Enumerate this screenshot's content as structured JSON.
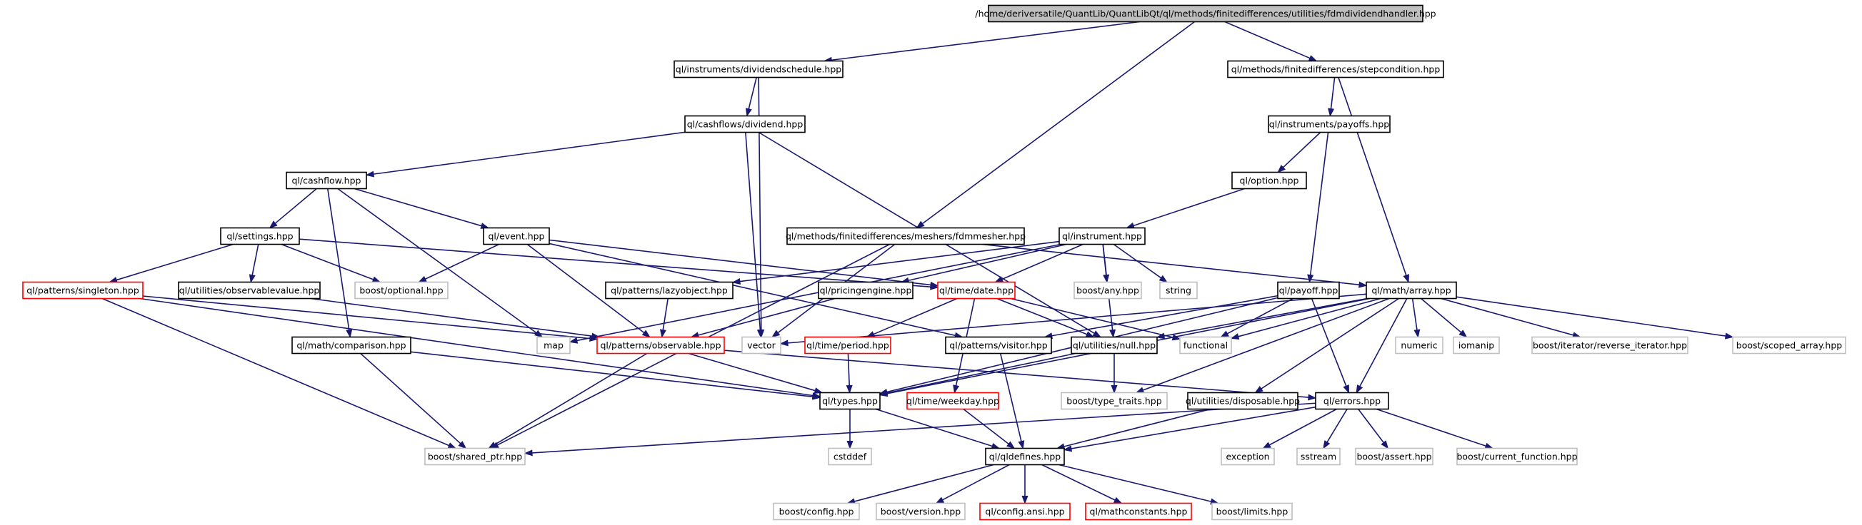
{
  "graph": {
    "root": "dividendhandler",
    "colors": {
      "edge": "#191970",
      "root_fill": "#bfbfbf",
      "node_border": "#000000",
      "truncated_border": "#ff0000",
      "external_border": "#bfbfbf",
      "text": "#000000"
    },
    "nodes": [
      {
        "id": "dividendhandler",
        "label": "/home/deriversatile/QuantLib/QuantLibQt/ql/methods/finitedifferences/utilities/fdmdividendhandler.hpp",
        "kind": "root"
      },
      {
        "id": "dividendschedule",
        "label": "ql/instruments/dividendschedule.hpp",
        "kind": "normal"
      },
      {
        "id": "stepcondition",
        "label": "ql/methods/finitedifferences/stepcondition.hpp",
        "kind": "normal"
      },
      {
        "id": "dividend",
        "label": "ql/cashflows/dividend.hpp",
        "kind": "normal"
      },
      {
        "id": "payoffs",
        "label": "ql/instruments/payoffs.hpp",
        "kind": "normal"
      },
      {
        "id": "cashflow",
        "label": "ql/cashflow.hpp",
        "kind": "normal"
      },
      {
        "id": "option",
        "label": "ql/option.hpp",
        "kind": "normal"
      },
      {
        "id": "settings",
        "label": "ql/settings.hpp",
        "kind": "normal"
      },
      {
        "id": "event",
        "label": "ql/event.hpp",
        "kind": "normal"
      },
      {
        "id": "fdmmesher",
        "label": "ql/methods/finitedifferences/meshers/fdmmesher.hpp",
        "kind": "normal"
      },
      {
        "id": "instrument",
        "label": "ql/instrument.hpp",
        "kind": "normal"
      },
      {
        "id": "singleton",
        "label": "ql/patterns/singleton.hpp",
        "kind": "truncated"
      },
      {
        "id": "observablevalue",
        "label": "ql/utilities/observablevalue.hpp",
        "kind": "normal"
      },
      {
        "id": "optional",
        "label": "boost/optional.hpp",
        "kind": "external"
      },
      {
        "id": "lazyobject",
        "label": "ql/patterns/lazyobject.hpp",
        "kind": "normal"
      },
      {
        "id": "pricingengine",
        "label": "ql/pricingengine.hpp",
        "kind": "normal"
      },
      {
        "id": "date",
        "label": "ql/time/date.hpp",
        "kind": "truncated"
      },
      {
        "id": "any",
        "label": "boost/any.hpp",
        "kind": "external"
      },
      {
        "id": "string",
        "label": "string",
        "kind": "external"
      },
      {
        "id": "payoff",
        "label": "ql/payoff.hpp",
        "kind": "normal"
      },
      {
        "id": "array",
        "label": "ql/math/array.hpp",
        "kind": "normal"
      },
      {
        "id": "comparison",
        "label": "ql/math/comparison.hpp",
        "kind": "normal"
      },
      {
        "id": "map",
        "label": "map",
        "kind": "external"
      },
      {
        "id": "observable",
        "label": "ql/patterns/observable.hpp",
        "kind": "truncated"
      },
      {
        "id": "vector",
        "label": "vector",
        "kind": "external"
      },
      {
        "id": "period",
        "label": "ql/time/period.hpp",
        "kind": "truncated"
      },
      {
        "id": "visitor",
        "label": "ql/patterns/visitor.hpp",
        "kind": "normal"
      },
      {
        "id": "null",
        "label": "ql/utilities/null.hpp",
        "kind": "normal"
      },
      {
        "id": "functional",
        "label": "functional",
        "kind": "external"
      },
      {
        "id": "numeric",
        "label": "numeric",
        "kind": "external"
      },
      {
        "id": "iomanip",
        "label": "iomanip",
        "kind": "external"
      },
      {
        "id": "reverse_iterator",
        "label": "boost/iterator/reverse_iterator.hpp",
        "kind": "external"
      },
      {
        "id": "scoped_array",
        "label": "boost/scoped_array.hpp",
        "kind": "external"
      },
      {
        "id": "types",
        "label": "ql/types.hpp",
        "kind": "normal"
      },
      {
        "id": "weekday",
        "label": "ql/time/weekday.hpp",
        "kind": "truncated"
      },
      {
        "id": "type_traits",
        "label": "boost/type_traits.hpp",
        "kind": "external"
      },
      {
        "id": "disposable",
        "label": "ql/utilities/disposable.hpp",
        "kind": "normal"
      },
      {
        "id": "errors",
        "label": "ql/errors.hpp",
        "kind": "normal"
      },
      {
        "id": "shared_ptr",
        "label": "boost/shared_ptr.hpp",
        "kind": "external"
      },
      {
        "id": "cstddef",
        "label": "cstddef",
        "kind": "external"
      },
      {
        "id": "qldefines",
        "label": "ql/qldefines.hpp",
        "kind": "normal"
      },
      {
        "id": "exception",
        "label": "exception",
        "kind": "external"
      },
      {
        "id": "sstream",
        "label": "sstream",
        "kind": "external"
      },
      {
        "id": "assert",
        "label": "boost/assert.hpp",
        "kind": "external"
      },
      {
        "id": "current_function",
        "label": "boost/current_function.hpp",
        "kind": "external"
      },
      {
        "id": "config",
        "label": "boost/config.hpp",
        "kind": "external"
      },
      {
        "id": "version",
        "label": "boost/version.hpp",
        "kind": "external"
      },
      {
        "id": "configansi",
        "label": "ql/config.ansi.hpp",
        "kind": "truncated"
      },
      {
        "id": "mathconstants",
        "label": "ql/mathconstants.hpp",
        "kind": "truncated"
      },
      {
        "id": "limits",
        "label": "boost/limits.hpp",
        "kind": "external"
      }
    ],
    "edges": [
      [
        "dividendhandler",
        "dividendschedule"
      ],
      [
        "dividendhandler",
        "stepcondition"
      ],
      [
        "dividendhandler",
        "fdmmesher"
      ],
      [
        "dividendschedule",
        "dividend"
      ],
      [
        "dividendschedule",
        "vector"
      ],
      [
        "stepcondition",
        "payoffs"
      ],
      [
        "stepcondition",
        "array"
      ],
      [
        "dividend",
        "cashflow"
      ],
      [
        "dividend",
        "vector"
      ],
      [
        "dividend",
        "null"
      ],
      [
        "payoffs",
        "option"
      ],
      [
        "payoffs",
        "payoff"
      ],
      [
        "option",
        "instrument"
      ],
      [
        "cashflow",
        "settings"
      ],
      [
        "cashflow",
        "event"
      ],
      [
        "cashflow",
        "comparison"
      ],
      [
        "cashflow",
        "map"
      ],
      [
        "settings",
        "singleton"
      ],
      [
        "settings",
        "observablevalue"
      ],
      [
        "settings",
        "optional"
      ],
      [
        "settings",
        "date"
      ],
      [
        "event",
        "optional"
      ],
      [
        "event",
        "date"
      ],
      [
        "event",
        "observable"
      ],
      [
        "event",
        "visitor"
      ],
      [
        "fdmmesher",
        "array"
      ],
      [
        "fdmmesher",
        "vector"
      ],
      [
        "fdmmesher",
        "shared_ptr"
      ],
      [
        "instrument",
        "lazyobject"
      ],
      [
        "instrument",
        "pricingengine"
      ],
      [
        "instrument",
        "date"
      ],
      [
        "instrument",
        "any"
      ],
      [
        "instrument",
        "string"
      ],
      [
        "instrument",
        "null"
      ],
      [
        "instrument",
        "map"
      ],
      [
        "singleton",
        "observable"
      ],
      [
        "singleton",
        "types"
      ],
      [
        "singleton",
        "shared_ptr"
      ],
      [
        "observablevalue",
        "observable"
      ],
      [
        "lazyobject",
        "observable"
      ],
      [
        "pricingengine",
        "observable"
      ],
      [
        "date",
        "period"
      ],
      [
        "date",
        "weekday"
      ],
      [
        "date",
        "null"
      ],
      [
        "date",
        "functional"
      ],
      [
        "payoff",
        "visitor"
      ],
      [
        "payoff",
        "types"
      ],
      [
        "payoff",
        "errors"
      ],
      [
        "payoff",
        "functional"
      ],
      [
        "array",
        "vector"
      ],
      [
        "array",
        "null"
      ],
      [
        "array",
        "functional"
      ],
      [
        "array",
        "numeric"
      ],
      [
        "array",
        "iomanip"
      ],
      [
        "array",
        "reverse_iterator"
      ],
      [
        "array",
        "scoped_array"
      ],
      [
        "array",
        "type_traits"
      ],
      [
        "array",
        "disposable"
      ],
      [
        "array",
        "errors"
      ],
      [
        "array",
        "types"
      ],
      [
        "comparison",
        "types"
      ],
      [
        "comparison",
        "shared_ptr"
      ],
      [
        "observable",
        "types"
      ],
      [
        "observable",
        "errors"
      ],
      [
        "observable",
        "shared_ptr"
      ],
      [
        "period",
        "types"
      ],
      [
        "visitor",
        "qldefines"
      ],
      [
        "null",
        "types"
      ],
      [
        "null",
        "type_traits"
      ],
      [
        "types",
        "cstddef"
      ],
      [
        "types",
        "qldefines"
      ],
      [
        "weekday",
        "qldefines"
      ],
      [
        "disposable",
        "qldefines"
      ],
      [
        "errors",
        "qldefines"
      ],
      [
        "errors",
        "shared_ptr"
      ],
      [
        "errors",
        "exception"
      ],
      [
        "errors",
        "sstream"
      ],
      [
        "errors",
        "assert"
      ],
      [
        "errors",
        "current_function"
      ],
      [
        "qldefines",
        "config"
      ],
      [
        "qldefines",
        "version"
      ],
      [
        "qldefines",
        "configansi"
      ],
      [
        "qldefines",
        "mathconstants"
      ],
      [
        "qldefines",
        "limits"
      ]
    ]
  }
}
